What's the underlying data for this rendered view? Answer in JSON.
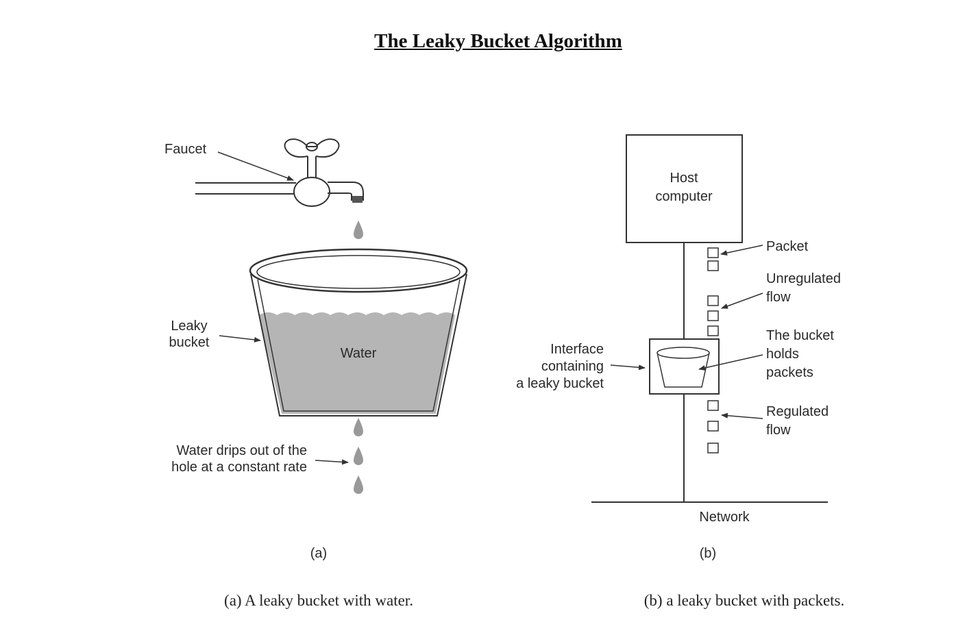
{
  "title": "The Leaky Bucket Algorithm",
  "figure_a": {
    "faucet_label": "Faucet",
    "leaky_bucket_label": [
      "Leaky",
      "bucket"
    ],
    "water_label": "Water",
    "drips_label": [
      "Water drips out of the",
      "hole at a constant rate"
    ],
    "panel_label": "(a)",
    "caption": "(a) A leaky bucket with water."
  },
  "figure_b": {
    "host_label": [
      "Host",
      "computer"
    ],
    "packet_label": "Packet",
    "unregulated_label": [
      "Unregulated",
      "flow"
    ],
    "holds_label": [
      "The bucket",
      "holds",
      "packets"
    ],
    "interface_label": [
      "Interface",
      "containing",
      "a leaky bucket"
    ],
    "regulated_label": [
      "Regulated",
      "flow"
    ],
    "network_label": "Network",
    "panel_label": "(b)",
    "caption": "(b) a leaky bucket with packets."
  },
  "colors": {
    "water": "#b5b5b5",
    "line": "#3a3a3a"
  }
}
